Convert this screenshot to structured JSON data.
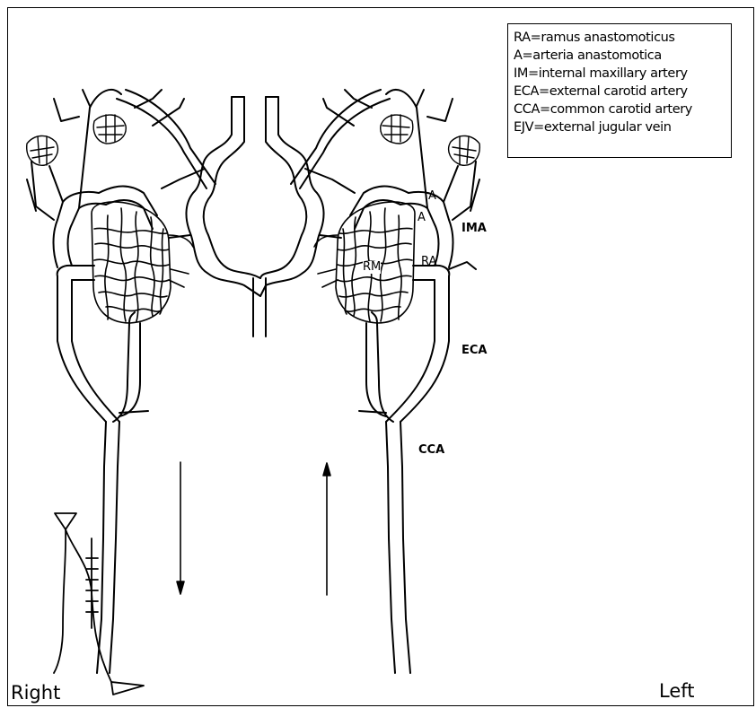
{
  "legend": {
    "items": [
      "RA=ramus anastomoticus",
      "A=arteria anastomotica",
      "IM=internal maxillary artery",
      "ECA=external carotid artery",
      "CCA=common carotid artery",
      "EJV=external jugular vein"
    ]
  },
  "labels": {
    "a_upper": "A",
    "a_lower": "A",
    "ima": "IMA",
    "rm": "RM",
    "ra": "RA",
    "eca": "ECA",
    "cca": "CCA"
  },
  "sides": {
    "right": "Right",
    "left": "Left"
  },
  "style": {
    "stroke": "#000000",
    "background": "#ffffff"
  }
}
